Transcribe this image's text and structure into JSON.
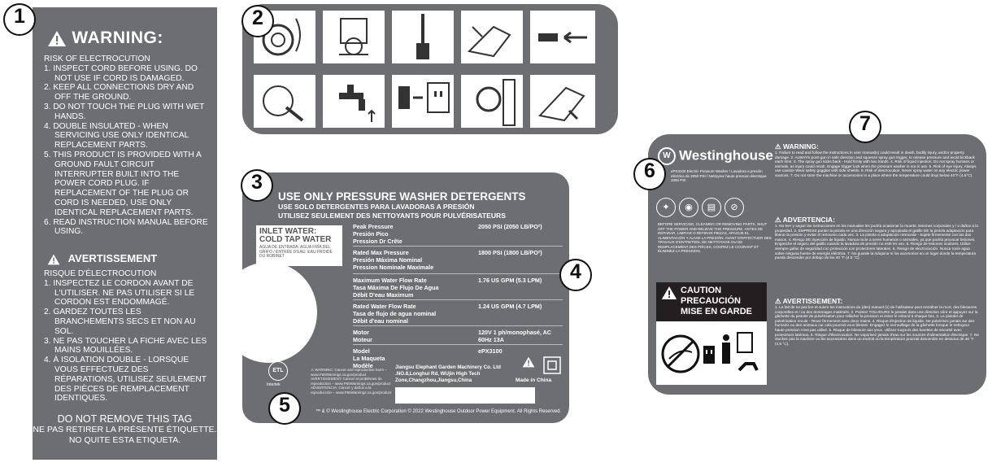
{
  "markers": [
    "1",
    "2",
    "3",
    "4",
    "5",
    "6",
    "7"
  ],
  "panel1": {
    "title": "WARNING:",
    "en_lines": [
      "RISK OF ELECTROCUTION",
      "1. INSPECT CORD BEFORE USING. DO NOT USE IF CORD IS DAMAGED.",
      "2. KEEP ALL CONNECTIONS DRY AND OFF THE GROUND.",
      "3. DO NOT TOUCH THE PLUG WITH WET HANDS.",
      "4. DOUBLE INSULATED - WHEN SERVICING USE ONLY IDENTICAL REPLACEMENT PARTS.",
      "5. THIS PRODUCT IS PROVIDED WITH A GROUND FAULT CIRCUIT INTERRUPTER BUILT INTO THE POWER CORD PLUG. IF REPLACEMENT OF THE PLUG OR CORD IS NEEDED, USE ONLY IDENTICAL REPLACEMENT PARTS.",
      "6. READ INSTRUCTION MANUAL BEFORE USING."
    ],
    "subtitle": "AVERTISSEMENT",
    "fr_lines": [
      "RISQUE D'ÉLECTROCUTION",
      "1. INSPECTEZ LE CORDON AVANT DE L'UTILISER. NE PAS UTILISER SI LE CORDON EST ENDOMMAGÉ.",
      "2. GARDEZ TOUTES LES BRANCHEMENTS SECS ET NON AU SOL.",
      "3. NE PAS TOUCHER LA FICHE AVEC LES MAINS MOUILLÉES.",
      "4. À ISOLATION DOUBLE - LORSQUE VOUS EFFECTUEZ DES RÉPARATIONS, UTILISEZ SEULEMENT DES PIÈCES DE REMPLACEMENT IDENTIQUES."
    ],
    "footer": [
      "DO NOT REMOVE THIS TAG",
      "NE PAS RETIRER LA PRÉSENTE ÉTIQUETTE.",
      "NO QUITE ESTA ETIQUETA."
    ]
  },
  "panel3": {
    "title": "USE ONLY PRESSURE WASHER DETERGENTS",
    "title_es": "USE SOLO DETERGENTES PARA LAVADORAS A PRESIÓN",
    "title_fr": "UTILISEZ SEULEMENT DES NETTOYANTS POUR PULVÉRISATEURS",
    "inlet_en": "INLET WATER:",
    "inlet_en2": "COLD TAP WATER",
    "inlet_small": "AGUA DE ENTRADA: AGUA FRÍA DEL GRIFO / ENTRÉE D'EAU: EAU FROIDE DU ROBINET",
    "specs": [
      {
        "label": "Peak Pressure\nPresión Pico\nPression Dr Crête",
        "value": "2050 PSI (2050 LB/PO²)"
      },
      {
        "label": "Rated Max Pressure\nPresión Máxima Nominal\nPression Nominale Maximale",
        "value": "1800 PSI (1800 LB/PO²)"
      },
      {
        "label": "Maximum Water Flow Rate\nTasa Máxima De Flujo De Agua\nDébit D'eau Maximum",
        "value": "1.76 US GPM (5.3 LPM)"
      },
      {
        "label": "Rated Water Flow Rate\nTasa de flujo de agua nominal\nDébit d'eau nominal",
        "value": "1.24 US GPM (4.7 LPM)"
      },
      {
        "label": "Motor\nMoteur",
        "value": "120V 1 ph/monophasé, AC\n60Hz 13A"
      },
      {
        "label": "Model\nLa Maqueta\nModèle",
        "value": "ePX3100"
      }
    ],
    "company": "Jiangsu Elephant Garden Machinery Co. Ltd .NO.8,Longhui Rd, WUjin High Tech Zone,Changzhou,Jiangsu,China",
    "made_in": "Made in China",
    "intertek": "Intertek",
    "copyright": "™ & © Westinghouse Electric Corporation © 2022 Westinghouse Outdoor Power Equipment. All Rights Reserved."
  },
  "panel7": {
    "brand": "Westinghouse",
    "model_lines": "ePX3100 Electric Pressure Washer / Lavadora a presión eléctrica de 2050 PSI / Nettoyeur haute pression électrique 2050 PSI",
    "left_text": "BEFORE SERVICING, CLEANING OR REMOVING PARTS, SHUT OFF THE POWER AND RELIEVE THE PRESSURE. ANTES DE REPARAR, LIMPIAR O RETIRAR PIEZAS, APAGUE EL ALIMENTACIÓN Y ALIVIE LA PRESIÓN. AVANT D'EFFECTUER DES TRAVAUX D'ENTRETIEN, DE NETTOYAGE OU DE REMPLACEMENT DES PIÈCES, COUPEZ LE COURANT ET ÉLIMINEZ LA PRESSION.",
    "caution": [
      "CAUTION",
      "PRECAUCIÓN",
      "MISE EN GARDE"
    ],
    "warning_h": "WARNING:",
    "warning_text": "1. Failure to read and follow the instructions in user manual(s) could result in death, bodily injury, and/or property damage. 2. ALWAYS point gun in safe direction and squeeze spray gun trigger, to release pressure and avoid kickback each time. 3. The spray gun kicks back - Hold firmly with two hands. 4. Risk of liquid injection. Do not spray humans or animals, as injury could result. Engage trigger lock when the pressure washer is not in use. 5. Risk of eye injury. Always use caution Wear safety goggles with side shields. 6. Risk of electrocution. Never spray water on any electric power sources. 7. Do not store the machine or accessories in a place where the temperature could drop below 40°F (4.5°C).",
    "advert_h": "ADVERTENCIA:",
    "advert_text": "1. No leer y seguir las instrucciones en los manuales les podría ocasionar la muerte, lesiones corporales y / o daños a la propiedad. 2. EMPRESS punter la pistola en una dirección segura y apropiada el gatillo DE la pistola adaptación para liberar la presión y evitar el retroceso cada vez. 3. La pistola a adaptación retrocede - Sujete firmemente con las dos manos. 4. Riesgo DE inyección de líquido. Nunca rocíe a seres humanos o animales, ya que podría provocar lesiones. Enganche el seguro del gatillo cuando la lavadora de presión no esté en uso. 5. Riesgo de lesiones oculares. Utilice siempre gafas de seguridad con protección con protectores laterales. 6. Riesgo de electrocución. Nunca rocíe agua sobre ninguna fuente de energía eléctrica. 7. No guarde la máquina ni los accesorios en un lugar donde la temperatura pueda descender por debajo de los 40 °F (4.5 °C).",
    "avert_h": "AVERTISSEMENT:",
    "avert_text": "1. Le fait de ne pas lire et suivre les instructions du (des) manuel (s) de l'utilisateur peut entraîner la mort, des blessures corporelles et / ou des dommages matériels. 2. Pointez TOUJOURS le pistolet dans une direction sûre et appuyez sur la gâchette du pistolet de pulvérisation pour relâcher la pression et éviter le rebond à chaque fois. 3. Le pistolet de pulvérisation recule - Tenez fermement avec deux mains. 4. Risque d'injection de liquide. Ne pulvérisez jamais sur des humains ou des animaux car cela pourrait vous blesser. Engagez le verrouillage de la gâchette lorsque le nettoyeur haute pression n'est pas utilisé. 5. Risque de blessure aux yeux. Utilisez toujours des lunettes de sécurité avec protecteurs latéraux. 6. Risque d'électrocution. Ne vaporisez jamais d'eau sur les sources d'alimentation électrique. 7. Ne stockez pas la machine ou les accessoires dans un endroit où la température pourrait descendre en dessous de 40 °F (4,5 °C)."
  }
}
